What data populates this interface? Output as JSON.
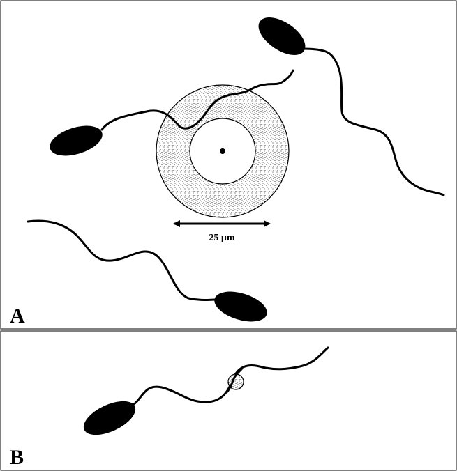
{
  "figure": {
    "panels": [
      {
        "id": "A",
        "label": "A"
      },
      {
        "id": "B",
        "label": "B"
      }
    ],
    "scale_bar": {
      "label": "25 µm"
    },
    "colors": {
      "ink": "#000000",
      "paper": "#ffffff",
      "stipple": "#d9d9d9"
    }
  }
}
